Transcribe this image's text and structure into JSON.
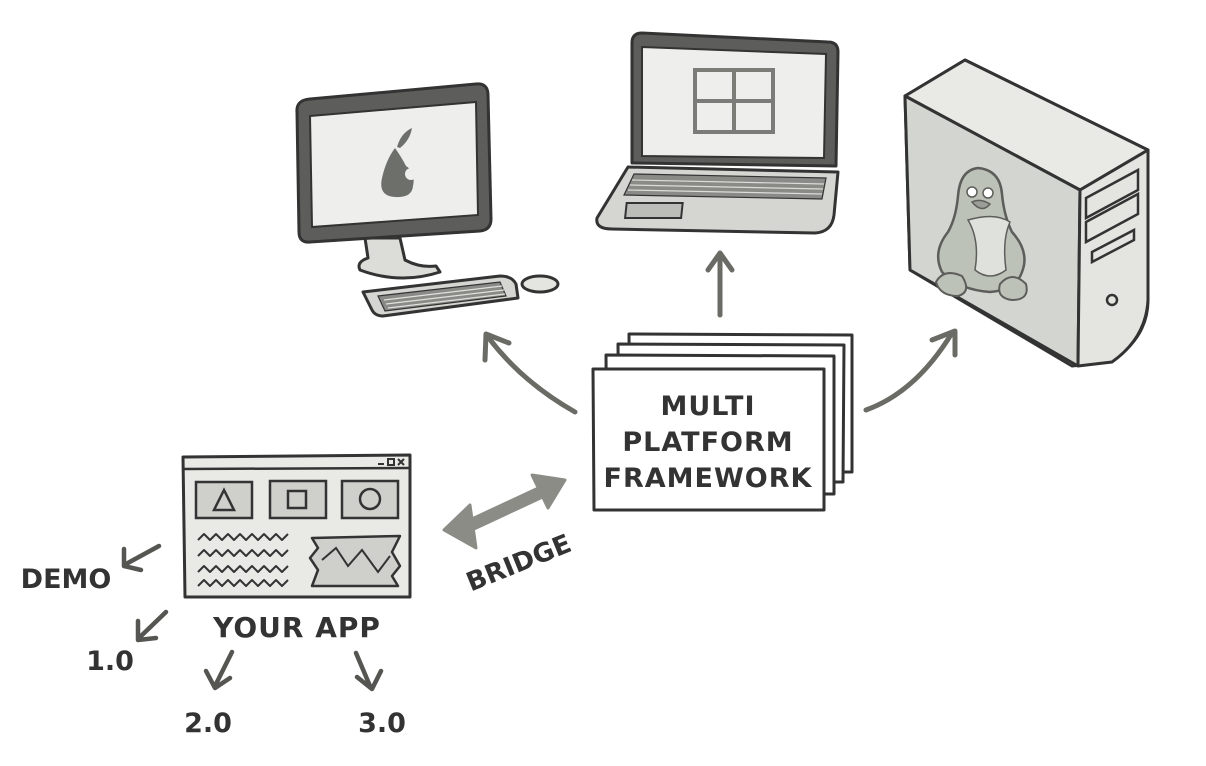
{
  "framework": {
    "line1": "MULTI",
    "line2": "PLATFORM",
    "line3": "FRAMEWORK"
  },
  "bridge_label": "BRIDGE",
  "app_label": "YOUR APP",
  "versions": {
    "demo": "DEMO",
    "v1": "1.0",
    "v2": "2.0",
    "v3": "3.0"
  },
  "colors": {
    "ink": "#333333",
    "arrow": "#6b6b66",
    "device_fill": "#e9e9e6",
    "screen_fill": "#eeeeec",
    "tux_fill": "#bcc2b8"
  }
}
